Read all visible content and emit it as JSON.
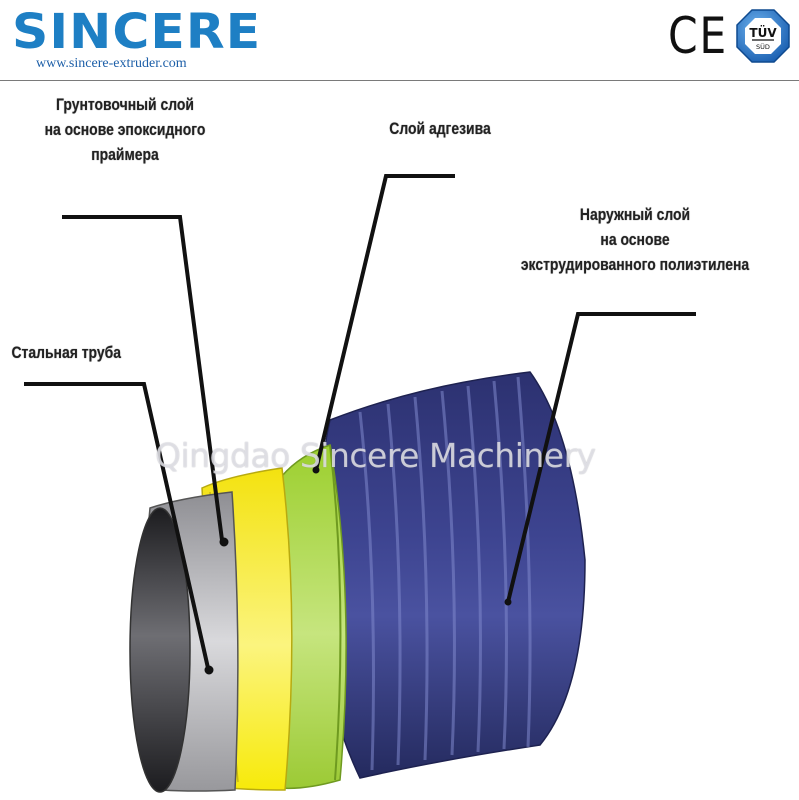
{
  "header": {
    "brand": "SINCERE",
    "url": "www.sincere-extruder.com",
    "certifications": {
      "ce_mark": "CE",
      "tuv_top": "TÜV",
      "tuv_bottom": "SÜD"
    }
  },
  "labels": {
    "primer": [
      "Грунтовочный слой",
      "на основе эпоксидного",
      "праймера"
    ],
    "adhesive": [
      "Слой адгезива"
    ],
    "outer": [
      "Наружный слой",
      "на основе",
      "экструдированного полиэтилена"
    ],
    "steel": [
      "Стальная труба"
    ]
  },
  "watermark": "Qingdao Sincere Machinery",
  "colors": {
    "brand_blue": "#1e7fc4",
    "steel_gray": "#a9a9ae",
    "primer_yellow": "#f6ea12",
    "adhesive_green": "#a9d63a",
    "outer_navy": "#2e3470"
  }
}
